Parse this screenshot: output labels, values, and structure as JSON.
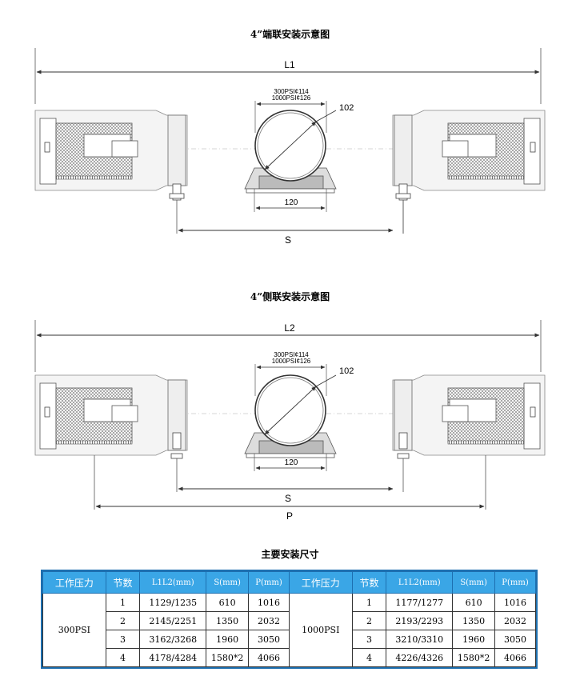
{
  "titles": {
    "end_connection": "4”端联安装示意图",
    "side_connection": "4”侧联安装示意图",
    "dims_table": "主要安装尺寸"
  },
  "diagram_end": {
    "overall_label": "L1",
    "spacing_label": "S",
    "pipe_spec_1": "300PSI¢114",
    "pipe_spec_2": "1000PSI¢126",
    "diameter_label": "102",
    "base_label": "120"
  },
  "diagram_side": {
    "overall_label": "L2",
    "spacing_label": "S",
    "outer_label": "P",
    "pipe_spec_1": "300PSI¢114",
    "pipe_spec_2": "1000PSI¢126",
    "diameter_label": "102",
    "base_label": "120"
  },
  "table": {
    "headers": [
      "工作压力",
      "节数",
      "L1L2(mm)",
      "S(mm)",
      "P(mm)",
      "工作压力",
      "节数",
      "L1L2(mm)",
      "S(mm)",
      "P(mm)"
    ],
    "group_left": "300PSI",
    "group_right": "1000PSI",
    "rows": [
      {
        "n_left": "1",
        "l_left": "1129/1235",
        "s_left": "610",
        "p_left": "1016",
        "n_right": "1",
        "l_right": "1177/1277",
        "s_right": "610",
        "p_right": "1016"
      },
      {
        "n_left": "2",
        "l_left": "2145/2251",
        "s_left": "1350",
        "p_left": "2032",
        "n_right": "2",
        "l_right": "2193/2293",
        "s_right": "1350",
        "p_right": "2032"
      },
      {
        "n_left": "3",
        "l_left": "3162/3268",
        "s_left": "1960",
        "p_left": "3050",
        "n_right": "3",
        "l_right": "3210/3310",
        "s_right": "1960",
        "p_right": "3050"
      },
      {
        "n_left": "4",
        "l_left": "4178/4284",
        "s_left": "1580*2",
        "p_left": "4066",
        "n_right": "4",
        "l_right": "4226/4326",
        "s_right": "1580*2",
        "p_right": "4066"
      }
    ]
  },
  "colors": {
    "header_bg": "#3aa6e6",
    "header_border": "#1d6fb0"
  }
}
